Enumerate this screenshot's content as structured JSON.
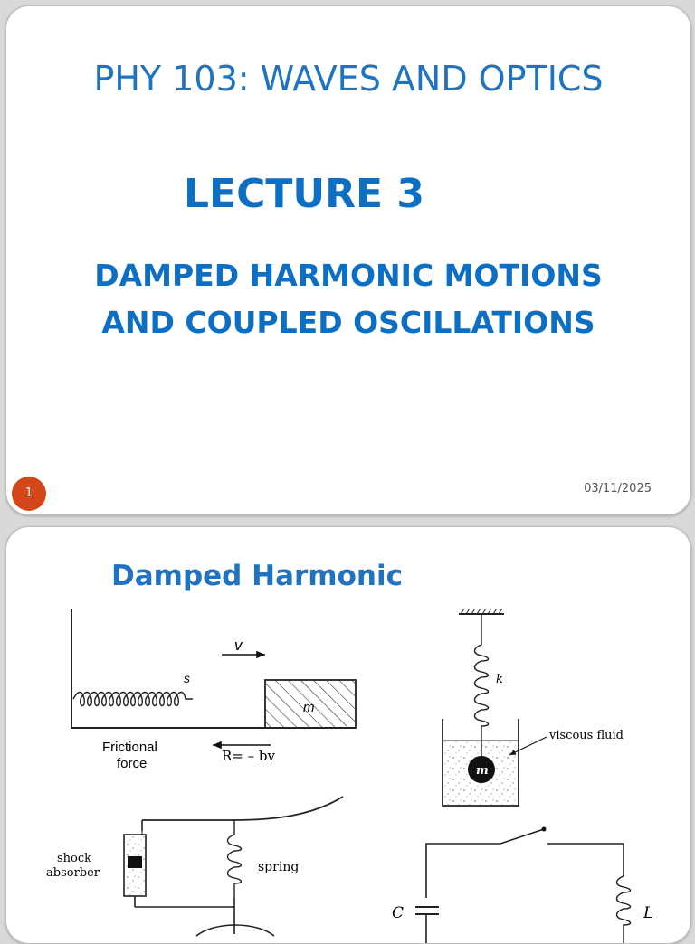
{
  "slide1": {
    "course_title": "PHY 103: WAVES AND OPTICS",
    "lecture": "LECTURE 3",
    "subtitle_line1": "DAMPED HARMONIC MOTIONS",
    "subtitle_line2": "AND COUPLED OSCILLATIONS",
    "page_number": "1",
    "date": "03/11/2025",
    "badge_color": "#d4471b",
    "accent_color": "#1f73c0"
  },
  "slide2": {
    "title": "Damped Harmonic",
    "diagram_labels": {
      "velocity": "v",
      "spring": "s",
      "mass": "m",
      "frictional_force_line1": "Frictional",
      "frictional_force_line2": "force",
      "resistance": "R= – bv",
      "spring_constant": "k",
      "viscous_fluid": "viscous fluid",
      "mass2": "m",
      "shock_absorber_line1": "shock",
      "shock_absorber_line2": "absorber",
      "spring2": "spring",
      "capacitor": "C",
      "inductor": "L"
    }
  }
}
